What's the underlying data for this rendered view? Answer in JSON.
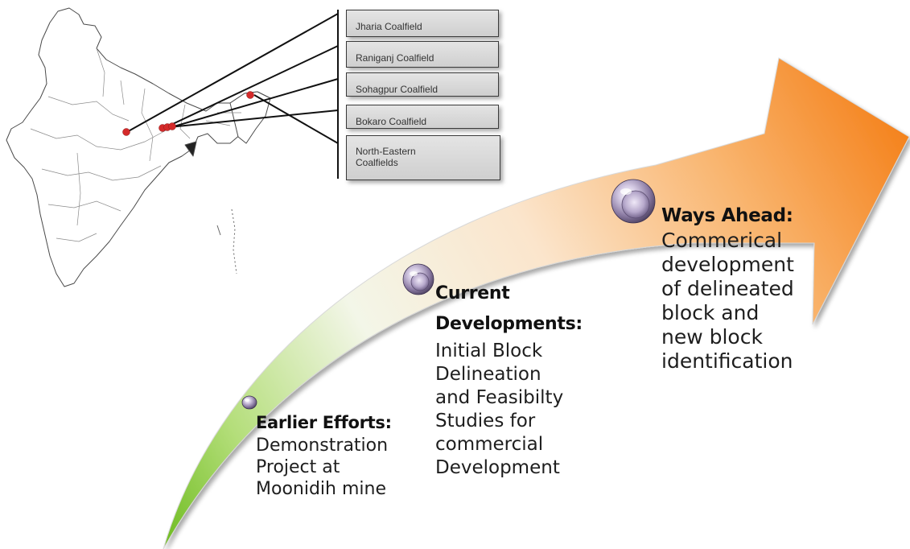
{
  "coalfields": [
    {
      "name": "Jharia Coalfield"
    },
    {
      "name": "Raniganj Coalfield"
    },
    {
      "name": "Sohagpur Coalfield"
    },
    {
      "name": "Bokaro Coalfield"
    },
    {
      "name": "North-Eastern\nCoalfields"
    }
  ],
  "stages": {
    "earlier": {
      "title": "Earlier Efforts:",
      "description": "Demonstration\nProject at\nMoonidih mine"
    },
    "current": {
      "title": "Current Developments:",
      "description": "Initial Block\nDelineation\nand Feasibilty\nStudies for\ncommercial\nDevelopment"
    },
    "ahead": {
      "title": "Ways Ahead:",
      "description": "Commerical\ndevelopment\nof delineated\nblock and\nnew block\nidentification"
    }
  },
  "colors": {
    "arrow_tail": "#7cc22b",
    "arrow_mid": "#fdf3e6",
    "arrow_head": "#f58a1f",
    "marker_dot": "#d42a2a",
    "bubble": "#8e7fa6"
  }
}
